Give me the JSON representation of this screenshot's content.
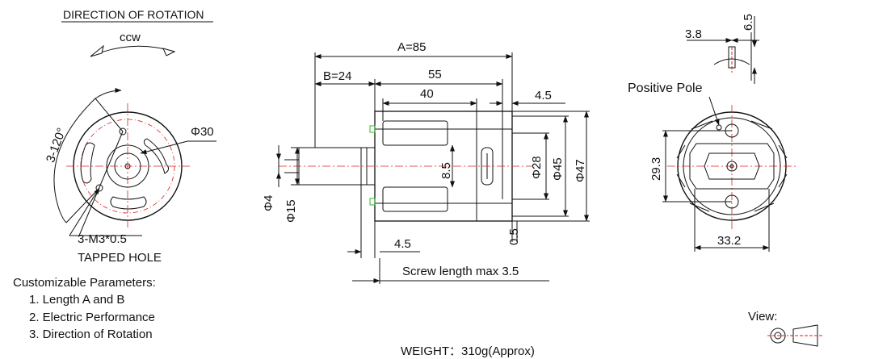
{
  "direction": {
    "title": "DIRECTION OF ROTATION",
    "label": "ccw",
    "angle_label": "3-120°"
  },
  "front_view": {
    "diameter": "Φ30",
    "hole_label": "3-M3*0.5",
    "hole_sub": "TAPPED HOLE"
  },
  "side_view": {
    "dim_A": "A=85",
    "dim_B": "B=24",
    "dim_55": "55",
    "dim_40": "40",
    "dim_4_5_top": "4.5",
    "dim_4_5_bottom": "4.5",
    "dim_8_5": "8.5",
    "dim_0_5": "0.5",
    "d28": "Φ28",
    "d45": "Φ45",
    "d47": "Φ47",
    "d4": "Φ4",
    "d15": "Φ15",
    "screw_note": "Screw length max 3.5"
  },
  "rear_view": {
    "dim_3_8": "3.8",
    "dim_6_5": "6.5",
    "positive_pole": "Positive Pole",
    "dim_29_3": "29.3",
    "dim_33_2": "33.2"
  },
  "params": {
    "heading": "Customizable Parameters:",
    "items": [
      "1. Length A and B",
      "2. Electric Performance",
      "3. Direction of Rotation"
    ]
  },
  "weight": "WEIGHT：310g(Approx)",
  "view_label": "View:",
  "colors": {
    "line": "#111111",
    "centerline": "#e0201b",
    "terminal": "#2db82d"
  }
}
